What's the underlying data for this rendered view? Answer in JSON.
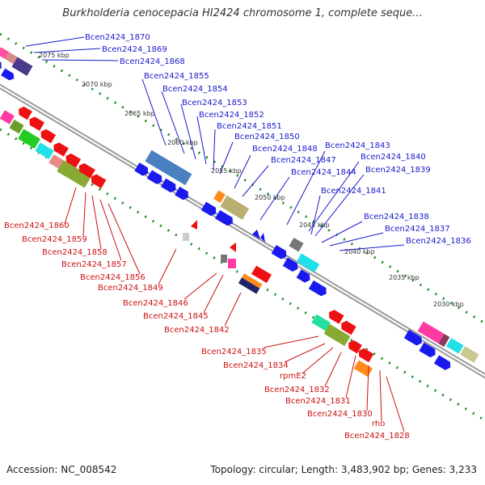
{
  "title": "Burkholderia cenocepacia HI2424 chromosome 1, complete seque...",
  "footer": {
    "accession": "Accession: NC_008542",
    "summary": "Topology: circular; Length: 3,483,902 bp; Genes: 3,233"
  },
  "colors": {
    "forward_strand_labels": "#1a1acc",
    "reverse_strand_labels": "#cc1111",
    "backbone": "#9a9a9a",
    "ticks": "#1a8a1a"
  },
  "scale_labels": [
    "2075 kbp",
    "2070 kbp",
    "2065 kbp",
    "2060 kbp",
    "2055 kbp",
    "2050 kbp",
    "2045 kbp",
    "2040 kbp",
    "2035 kbp",
    "2030 kbp"
  ],
  "forward_genes": [
    "Bcen2424_1870",
    "Bcen2424_1869",
    "Bcen2424_1868",
    "Bcen2424_1855",
    "Bcen2424_1854",
    "Bcen2424_1853",
    "Bcen2424_1852",
    "Bcen2424_1851",
    "Bcen2424_1850",
    "Bcen2424_1848",
    "Bcen2424_1847",
    "Bcen2424_1844",
    "Bcen2424_1843",
    "Bcen2424_1840",
    "Bcen2424_1839",
    "Bcen2424_1841",
    "Bcen2424_1838",
    "Bcen2424_1837",
    "Bcen2424_1836"
  ],
  "reverse_genes": [
    "Bcen2424_1860",
    "Bcen2424_1859",
    "Bcen2424_1858",
    "Bcen2424_1857",
    "Bcen2424_1856",
    "Bcen2424_1849",
    "Bcen2424_1846",
    "Bcen2424_1845",
    "Bcen2424_1842",
    "Bcen2424_1835",
    "Bcen2424_1834",
    "rpmE2",
    "Bcen2424_1832",
    "Bcen2424_1831",
    "Bcen2424_1830",
    "rho",
    "Bcen2424_1828"
  ]
}
